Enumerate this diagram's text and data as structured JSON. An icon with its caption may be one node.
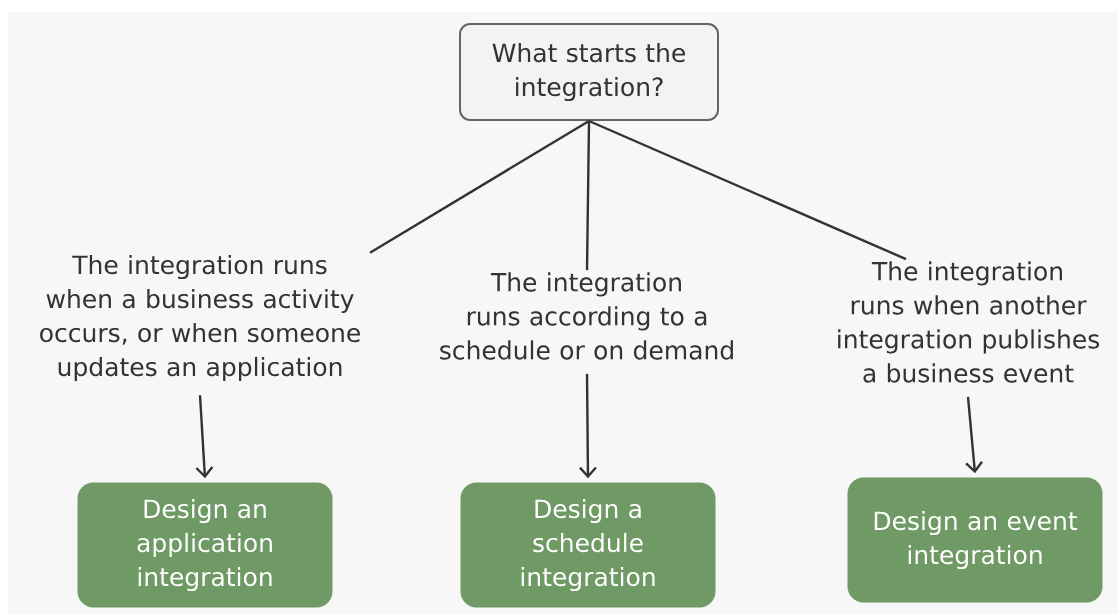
{
  "diagram": {
    "nodes": [
      {
        "text": [
          "What starts the integration?"
        ]
      },
      {
        "text": [
          "The integration runs when a business activity occurs, or when someone updates an application"
        ]
      },
      {
        "text": [
          "The integration runs according to a schedule or on demand"
        ]
      },
      {
        "text": [
          "The integration runs when another integration publishes a business event"
        ]
      },
      {
        "text": [
          "Design an application integration"
        ]
      },
      {
        "text": [
          "Design a schedule integration"
        ]
      },
      {
        "text": [
          "Design an event integration"
        ]
      }
    ],
    "edges": [
      {
        "from": 0,
        "to": 1,
        "arrow": "none"
      },
      {
        "from": 0,
        "to": 2,
        "arrow": "none"
      },
      {
        "from": 0,
        "to": 3,
        "arrow": "none"
      },
      {
        "from": 1,
        "to": 4,
        "arrow": "to"
      },
      {
        "from": 2,
        "to": 5,
        "arrow": "to"
      },
      {
        "from": 3,
        "to": 6,
        "arrow": "to"
      }
    ]
  }
}
